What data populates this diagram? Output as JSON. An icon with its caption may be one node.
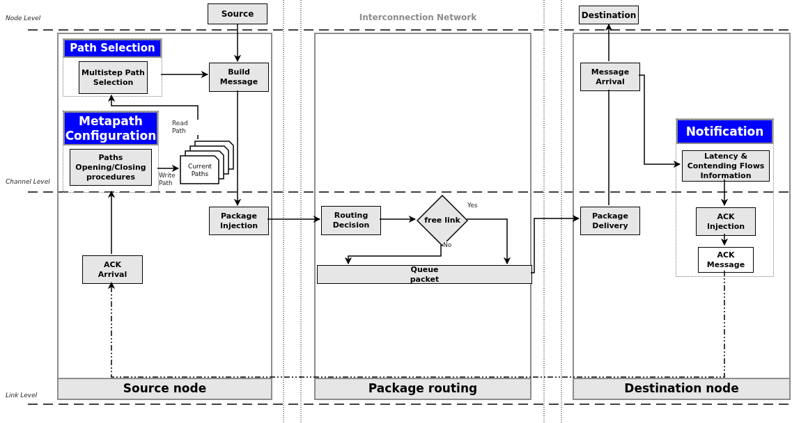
{
  "diagram": {
    "nodes": [
      {
        "text": [
          "Source"
        ]
      },
      {
        "text": [
          "Source node"
        ]
      },
      {
        "text": [
          "Path Selection"
        ],
        "in": 1
      },
      {
        "text": [
          "Multistep Path Selection"
        ],
        "in": 2
      },
      {
        "text": [
          "Build Message"
        ],
        "in": 1
      },
      {
        "text": [
          "Metapath Configuration"
        ],
        "in": 1
      },
      {
        "text": [
          "Paths Opening/Closing procedures"
        ],
        "in": 5
      },
      {
        "text": [
          "Current Paths"
        ],
        "in": 1
      },
      {
        "text": [
          "Package Injection"
        ],
        "in": 1
      },
      {
        "text": [
          "ACK Arrival"
        ],
        "in": 1
      },
      {
        "text": [
          "Package routing"
        ]
      },
      {
        "text": [
          "Routing Decision"
        ],
        "in": 10
      },
      {
        "text": [
          "free link"
        ],
        "in": 10
      },
      {
        "text": [
          "Queue packet"
        ],
        "in": 10
      },
      {
        "text": [
          "Destination"
        ]
      },
      {
        "text": [
          "Destination node"
        ]
      },
      {
        "text": [
          "Message Arrival"
        ],
        "in": 15
      },
      {
        "text": [
          "Notification"
        ],
        "in": 15
      },
      {
        "text": [
          "Latency & Contending Flows Information"
        ],
        "in": 17
      },
      {
        "text": [
          "ACK Injection"
        ],
        "in": 17
      },
      {
        "text": [
          "ACK Message"
        ],
        "in": 17
      },
      {
        "text": [
          "Package Delivery"
        ],
        "in": 15
      }
    ],
    "edges": [
      {
        "from": 0,
        "to": 4,
        "arrow": "to"
      },
      {
        "from": 2,
        "to": 4,
        "arrow": "to"
      },
      {
        "from": 4,
        "to": 8,
        "arrow": "to"
      },
      {
        "from": 5,
        "to": 7,
        "arrow": "to",
        "label": "Write Path"
      },
      {
        "from": 7,
        "to": 2,
        "arrow": "to",
        "label": "Read Path"
      },
      {
        "from": 9,
        "to": 5,
        "arrow": "to"
      },
      {
        "from": 8,
        "to": 11,
        "arrow": "to"
      },
      {
        "from": 11,
        "to": 12,
        "arrow": "to"
      },
      {
        "from": 12,
        "to": 13,
        "arrow": "to",
        "label": "No"
      },
      {
        "from": 12,
        "to": 13,
        "arrow": "to",
        "label": "Yes"
      },
      {
        "from": 13,
        "to": 21,
        "arrow": "to"
      },
      {
        "from": 21,
        "to": 16,
        "arrow": "none"
      },
      {
        "from": 16,
        "to": 14,
        "arrow": "to"
      },
      {
        "from": 16,
        "to": 18,
        "arrow": "to"
      },
      {
        "from": 18,
        "to": 19,
        "arrow": "to"
      },
      {
        "from": 19,
        "to": 20,
        "arrow": "to"
      },
      {
        "from": 20,
        "to": 9,
        "arrow": "to",
        "style": "dashed"
      }
    ],
    "labels": [
      "Node Level",
      "Interconnection Network",
      "Channel Level",
      "Link Level"
    ]
  }
}
